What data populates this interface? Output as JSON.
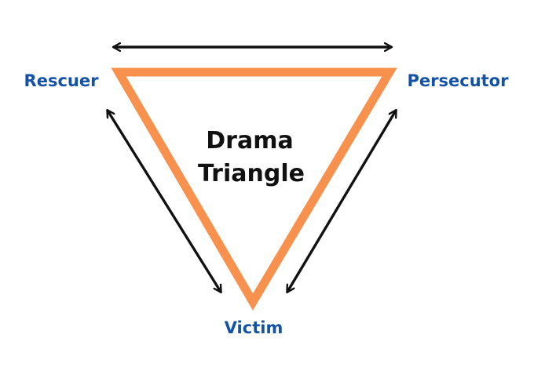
{
  "diagram": {
    "title_lines": [
      "Drama",
      "Triangle"
    ],
    "roles": {
      "rescuer": "Rescuer",
      "persecutor": "Persecutor",
      "victim": "Victim"
    },
    "colors": {
      "triangle": "#F7914D",
      "labels": "#1452A6",
      "arrows": "#111111",
      "title": "#111111"
    },
    "arrows": [
      {
        "between": [
          "rescuer",
          "persecutor"
        ],
        "style": "double-headed"
      },
      {
        "between": [
          "rescuer",
          "victim"
        ],
        "style": "double-headed"
      },
      {
        "between": [
          "persecutor",
          "victim"
        ],
        "style": "double-headed"
      }
    ]
  }
}
